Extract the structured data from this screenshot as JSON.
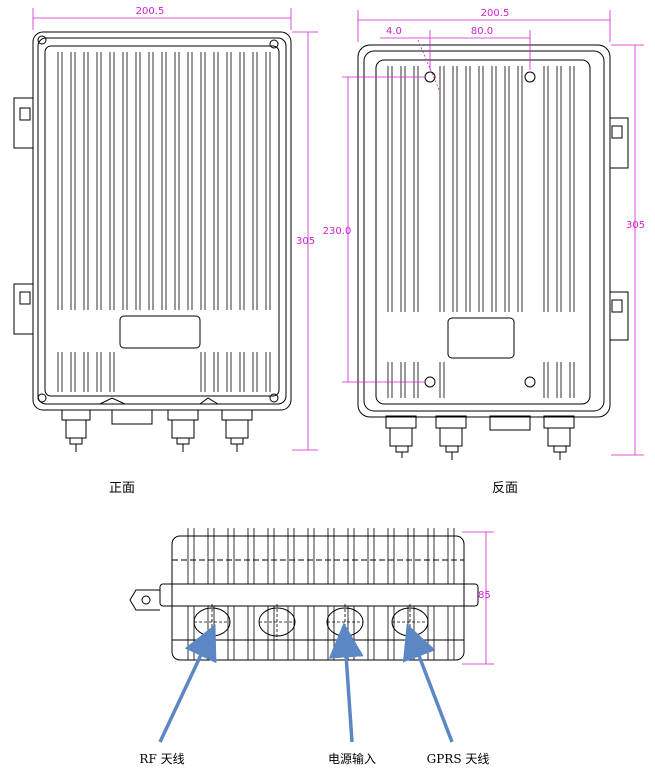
{
  "colors": {
    "outline": "#000000",
    "dimension": "#d020d0",
    "arrow": "#5b87c5",
    "background": "#ffffff"
  },
  "front_view": {
    "caption": "正面",
    "width_label": "200.5",
    "height_label": "305"
  },
  "back_view": {
    "caption": "反面",
    "width_label": "200.5",
    "height_label": "305",
    "hole_offset_label": "4.0",
    "hole_spacing_label": "80.0",
    "hole_vertical_label": "230.0"
  },
  "bottom_view": {
    "depth_label": "85",
    "callouts": {
      "rf": "RF 天线",
      "power": "电源输入",
      "gprs": "GPRS 天线"
    }
  }
}
